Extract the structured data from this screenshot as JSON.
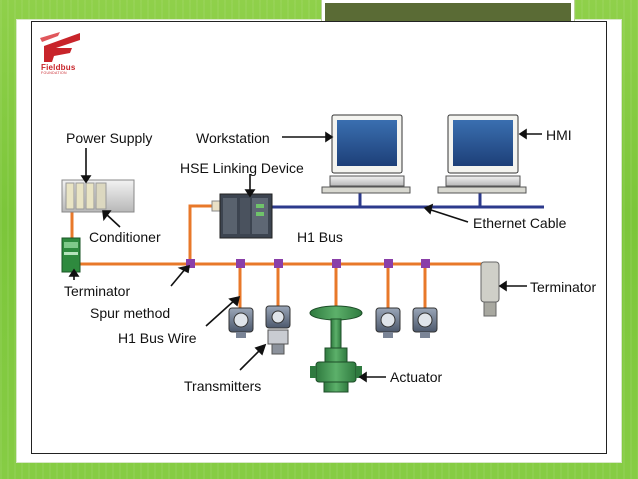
{
  "logo": {
    "name": "Fieldbus",
    "tagline": "FOUNDATION"
  },
  "labels": {
    "power_supply": "Power Supply",
    "workstation": "Workstation",
    "hmi": "HMI",
    "hse_linking_device": "HSE Linking Device",
    "conditioner": "Conditioner",
    "h1_bus": "H1 Bus",
    "ethernet_cable": "Ethernet Cable",
    "terminator_left": "Terminator",
    "terminator_right": "Terminator",
    "spur_method": "Spur method",
    "h1_bus_wire": "H1 Bus Wire",
    "transmitters": "Transmitters",
    "actuator": "Actuator"
  },
  "colors": {
    "background_green": "#86cc44",
    "title_box": "#5a6b35",
    "h1_bus_orange": "#e8782a",
    "ethernet_blue": "#2c3a8c",
    "spur_purple": "#8a3fa8",
    "logo_red": "#c8242a"
  }
}
